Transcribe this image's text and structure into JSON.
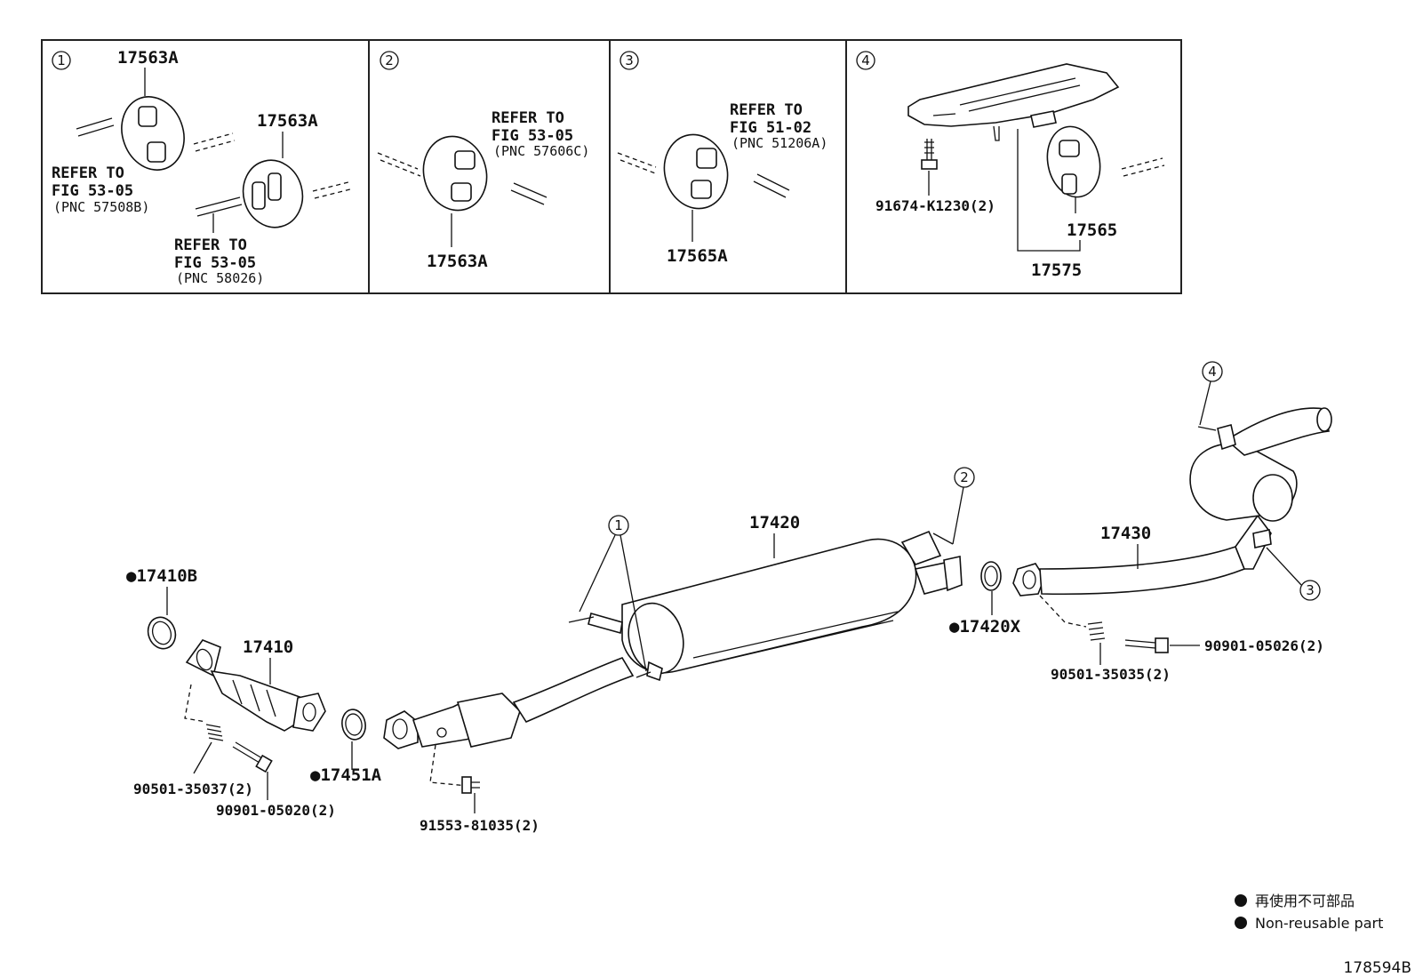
{
  "insets": [
    {
      "number": "1",
      "labels": [
        "17563A",
        "17563A"
      ],
      "refers": [
        {
          "line1": "REFER TO",
          "line2": "FIG 53-05",
          "line3": "(PNC 57508B)"
        },
        {
          "line1": "REFER TO",
          "line2": "FIG 53-05",
          "line3": "(PNC 58026)"
        }
      ]
    },
    {
      "number": "2",
      "labels": [
        "17563A"
      ],
      "refers": [
        {
          "line1": "REFER TO",
          "line2": "FIG 53-05",
          "line3": "(PNC 57606C)"
        }
      ]
    },
    {
      "number": "3",
      "labels": [
        "17565A"
      ],
      "refers": [
        {
          "line1": "REFER TO",
          "line2": "FIG 51-02",
          "line3": "(PNC 51206A)"
        }
      ]
    },
    {
      "number": "4",
      "labels": [
        "91674-K1230(2)",
        "17565",
        "17575"
      ],
      "refers": []
    }
  ],
  "main": {
    "parts": {
      "p17410B": "●17410B",
      "p17410": "17410",
      "p17451A": "●17451A",
      "p17420": "17420",
      "p17420X": "●17420X",
      "p17430": "17430",
      "p90501_35037": "90501-35037(2)",
      "p90901_05020": "90901-05020(2)",
      "p91553_81035": "91553-81035(2)",
      "p90501_35035": "90501-35035(2)",
      "p90901_05026": "90901-05026(2)"
    },
    "callouts": [
      "1",
      "2",
      "3",
      "4"
    ]
  },
  "legend": {
    "jp": "再使用不可部品",
    "en": "Non-reusable part"
  },
  "figure_id": "178594B"
}
